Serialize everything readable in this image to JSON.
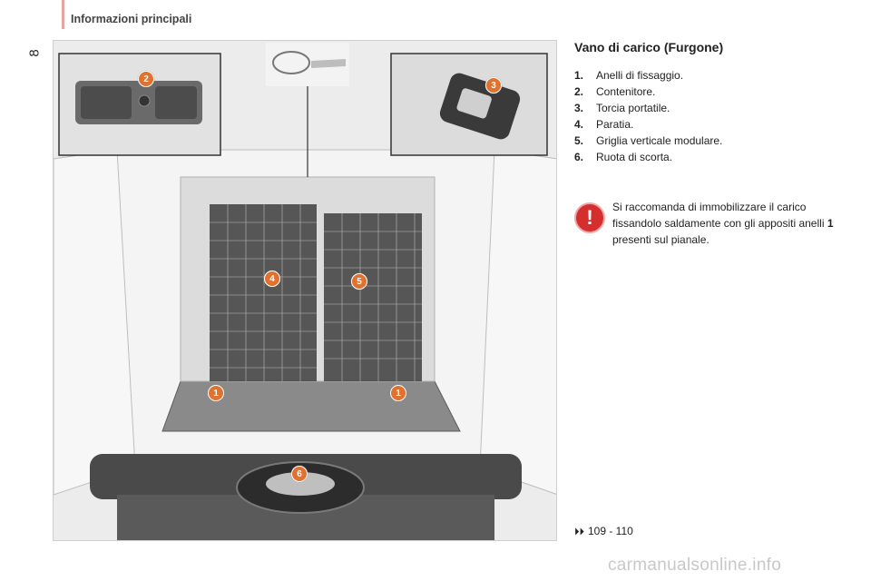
{
  "header": {
    "page_number": "8",
    "title": "Informazioni principali"
  },
  "figure": {
    "callouts": [
      "2",
      "3",
      "4",
      "5",
      "1",
      "1",
      "6"
    ]
  },
  "section": {
    "title": "Vano di carico (Furgone)",
    "items": [
      {
        "num": "1.",
        "label": "Anelli di fissaggio."
      },
      {
        "num": "2.",
        "label": "Contenitore."
      },
      {
        "num": "3.",
        "label": "Torcia portatile."
      },
      {
        "num": "4.",
        "label": "Paratia."
      },
      {
        "num": "5.",
        "label": "Griglia verticale modulare."
      },
      {
        "num": "6.",
        "label": "Ruota di scorta."
      }
    ]
  },
  "warning": {
    "icon": "!",
    "text_before": "Si raccomanda di immobilizzare il carico fissandolo saldamente con gli appositi anelli ",
    "text_bold": "1",
    "text_after": " presenti sul pianale."
  },
  "reference": {
    "arrow": "⏵⏵",
    "pages": "109 - 110"
  },
  "watermark": {
    "text": "carmanualsonline.info"
  },
  "colors": {
    "accent": "#e0712f",
    "warning": "#d42e2e",
    "header_bar": "#e7a4a0"
  }
}
